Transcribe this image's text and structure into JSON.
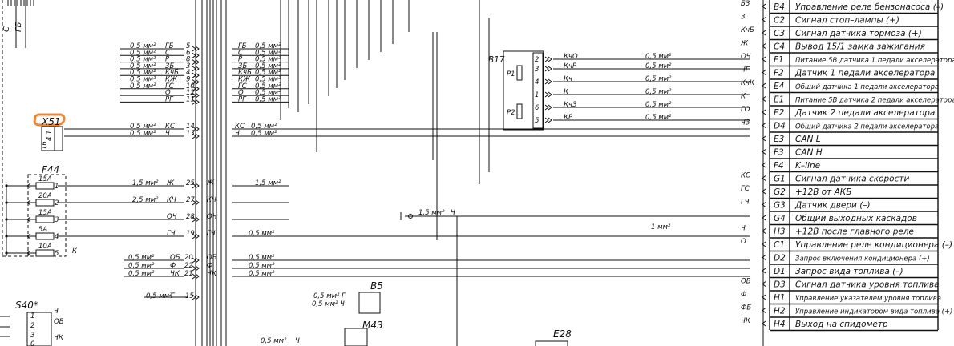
{
  "wire_size": "0,5 мм²",
  "wire_size_15": "1,5 мм²",
  "wire_size_25": "2,5 мм²",
  "wire_size_1": "1 мм²",
  "left_top_labels": [
    "С",
    "ГБ"
  ],
  "harness_rows": [
    {
      "code": "ГБ",
      "pin": "5"
    },
    {
      "code": "С",
      "pin": "6"
    },
    {
      "code": "Р",
      "pin": "8"
    },
    {
      "code": "ЗБ",
      "pin": "3"
    },
    {
      "code": "КчБ",
      "pin": "4"
    },
    {
      "code": "КЖ",
      "pin": "9"
    },
    {
      "code": "ГС",
      "pin": "10"
    },
    {
      "code": "О",
      "pin": "12"
    },
    {
      "code": "РГ",
      "pin": "11"
    }
  ],
  "ks_rows": [
    {
      "code": "КС",
      "pin": "14"
    },
    {
      "code": "Ч",
      "pin": "13"
    }
  ],
  "x51": {
    "label": "X51",
    "pins": [
      "16",
      "4",
      "1"
    ]
  },
  "f44": {
    "label": "F44",
    "fuses": [
      "15A",
      "20A",
      "15A",
      "5A",
      "10A"
    ],
    "pins": [
      "1",
      "2",
      "3",
      "4",
      "5"
    ]
  },
  "fuse_lines": [
    {
      "code": "Ж",
      "pin": "25",
      "wire": "1,5 мм²"
    },
    {
      "code": "КЧ",
      "pin": "27",
      "wire": "2,5 мм²"
    },
    {
      "code": "ОЧ",
      "pin": "28",
      "wire": ""
    },
    {
      "code": "ГЧ",
      "pin": "19",
      "wire": "0,5 мм²"
    }
  ],
  "f44_k_label": "К",
  "bottom_rows": [
    {
      "code": "ОБ",
      "pin": "20"
    },
    {
      "code": "Ф",
      "pin": "22"
    },
    {
      "code": "ЧК",
      "pin": "21"
    }
  ],
  "g15": {
    "code": "Г",
    "pin": "15"
  },
  "s40": {
    "label": "S40*",
    "pins": [
      "1",
      "2",
      "3",
      "0"
    ],
    "codes": [
      "Ч",
      "ОБ",
      "ЧК"
    ]
  },
  "b5": {
    "label": "B5",
    "codes": [
      "Г",
      "Ч"
    ]
  },
  "m43": {
    "label": "M43",
    "code": "Ч"
  },
  "e28": {
    "label": "E28"
  },
  "b17": {
    "label": "B17",
    "resistors": [
      "Р1",
      "Р2"
    ],
    "pins": [
      "2",
      "3",
      "4",
      "1",
      "6",
      "5"
    ],
    "codes": [
      "КчО",
      "КчР",
      "Кч",
      "К",
      "КчЗ",
      "КР"
    ]
  },
  "mid_label_15": "1,5 мм²",
  "mid_label_ch": "Ч",
  "right_codes": [
    "БЗ",
    "З",
    "КчБ",
    "Ж",
    "ОЧ",
    "ЧГ",
    "КчК",
    "К",
    "ГО",
    "ЧЗ",
    "",
    "",
    "",
    "КС",
    "ГС",
    "ГЧ",
    "",
    "Ч",
    "О",
    "",
    "",
    "ОБ",
    "Ф",
    "ФБ",
    "ЧК",
    ""
  ],
  "connector": [
    {
      "pin": "B4",
      "desc": "Управление реле бензонасоса (–)"
    },
    {
      "pin": "C2",
      "desc": "Сигнал стоп–лампы (+)"
    },
    {
      "pin": "C3",
      "desc": "Сигнал датчика тормоза (+)"
    },
    {
      "pin": "C4",
      "desc": "Вывод 15/1 замка зажигания"
    },
    {
      "pin": "F1",
      "desc": "Питание 5В датчика 1 педали акселератора"
    },
    {
      "pin": "F2",
      "desc": "Датчик 1 педали акселератора"
    },
    {
      "pin": "E4",
      "desc": "Общий датчика 1 педали акселератора"
    },
    {
      "pin": "E1",
      "desc": "Питание 5В датчика 2 педали акселератора"
    },
    {
      "pin": "E2",
      "desc": "Датчик 2 педали акселератора"
    },
    {
      "pin": "D4",
      "desc": "Общий датчика 2 педали акселератора"
    },
    {
      "pin": "E3",
      "desc": "CAN L"
    },
    {
      "pin": "F3",
      "desc": "CAN H"
    },
    {
      "pin": "F4",
      "desc": "K–line"
    },
    {
      "pin": "G1",
      "desc": "Сигнал датчика скорости"
    },
    {
      "pin": "G2",
      "desc": "+12В от АКБ"
    },
    {
      "pin": "G3",
      "desc": "Датчик двери (–)"
    },
    {
      "pin": "G4",
      "desc": "Общий выходных каскадов"
    },
    {
      "pin": "H3",
      "desc": "+12В после главного реле"
    },
    {
      "pin": "C1",
      "desc": "Управление реле кондиционера (–)"
    },
    {
      "pin": "D2",
      "desc": "Запрос включения кондиционера (+)"
    },
    {
      "pin": "D1",
      "desc": "Запрос вида топлива (–)"
    },
    {
      "pin": "D3",
      "desc": "Сигнал датчика уровня топлива"
    },
    {
      "pin": "H1",
      "desc": "Управление указателем уровня топлива"
    },
    {
      "pin": "H2",
      "desc": "Управление индикатором вида топлива (+)"
    },
    {
      "pin": "H4",
      "desc": "Выход на спидометр"
    }
  ],
  "colors": {
    "ink": "#111111",
    "highlight": "#e8883a",
    "background": "#ffffff"
  }
}
